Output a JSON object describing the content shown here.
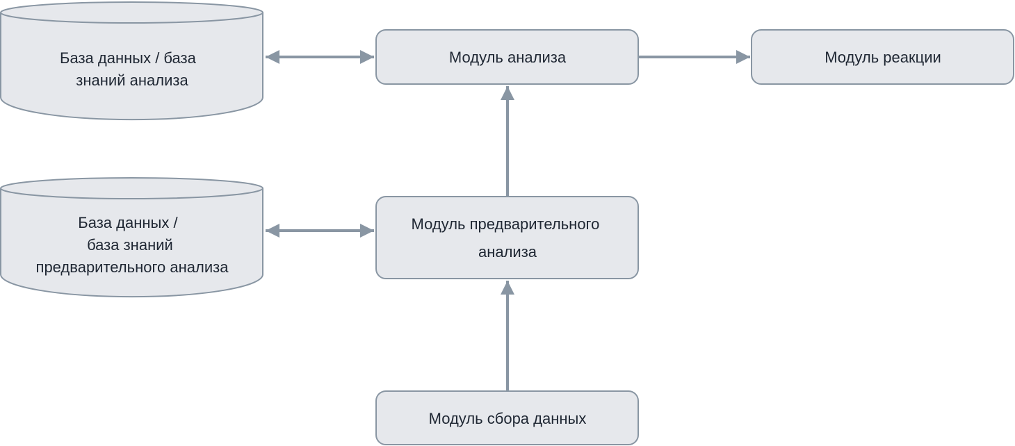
{
  "nodes": {
    "db_analysis": {
      "lines": [
        "База данных / база",
        "знаний анализа"
      ]
    },
    "db_preanalysis": {
      "lines": [
        "База данных /",
        "база знаний",
        "предварительного анализа"
      ]
    },
    "analysis_module": {
      "lines": [
        "Модуль анализа"
      ]
    },
    "reaction_module": {
      "lines": [
        "Модуль реакции"
      ]
    },
    "preanalysis_module": {
      "lines": [
        "Модуль предварительного",
        "анализа"
      ]
    },
    "collection_module": {
      "lines": [
        "Модуль сбора данных"
      ]
    }
  },
  "colors": {
    "node_fill": "#e6e8ec",
    "node_stroke": "#8996a3",
    "edge": "#8996a3",
    "text": "#1f2733"
  }
}
